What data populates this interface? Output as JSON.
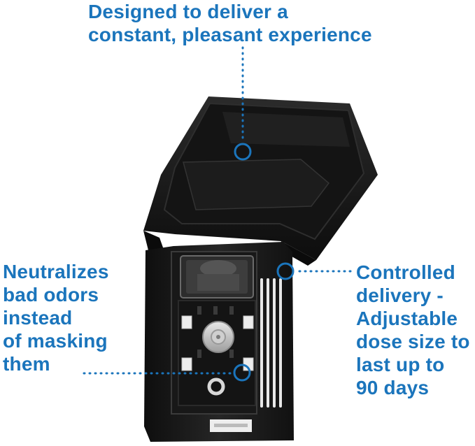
{
  "callouts": {
    "top": {
      "lines": [
        "Designed to deliver a",
        "constant, pleasant experience"
      ]
    },
    "left": {
      "lines": [
        "Neutralizes",
        "bad odors",
        "instead",
        "of masking",
        "them"
      ]
    },
    "right": {
      "lines": [
        "Controlled",
        "delivery -",
        "Adjustable",
        "dose size to",
        "last up to",
        "90 days"
      ]
    }
  },
  "colors": {
    "accent": "#1b75bc",
    "device_body": "#1a1a1a",
    "background": "#ffffff"
  },
  "icons": [
    "callout-dot-marker"
  ]
}
